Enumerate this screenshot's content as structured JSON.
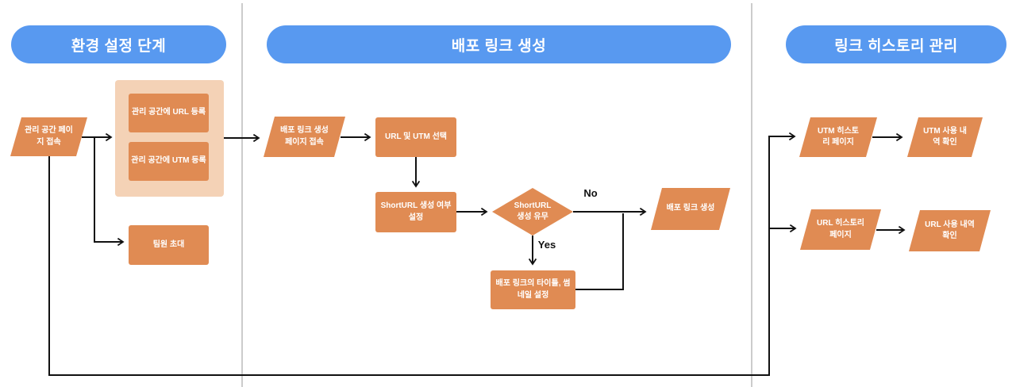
{
  "headers": {
    "setup": "환경 설정 단계",
    "deploy": "배포 링크 생성",
    "history": "링크 히스토리 관리"
  },
  "nodes": {
    "manage_access": {
      "label": "관리 공간 페이\n지 접속",
      "shape": "parallelogram"
    },
    "url_register": {
      "label": "관리 공간에 URL 등록",
      "shape": "rectangle"
    },
    "utm_register": {
      "label": "관리 공간에 UTM 등록",
      "shape": "rectangle"
    },
    "invite_team": {
      "label": "팀원 초대",
      "shape": "rectangle"
    },
    "deploy_page_access": {
      "label": "배포 링크 생성\n페이지 접속",
      "shape": "parallelogram"
    },
    "select_url_utm": {
      "label": "URL 및 UTM 선택",
      "shape": "rectangle"
    },
    "shorturl_setting": {
      "label": "ShortURL 생성 여부\n설정",
      "shape": "rectangle"
    },
    "shorturl_decision": {
      "label": "ShortURL\n생성 유무",
      "shape": "diamond"
    },
    "create_deploy_link": {
      "label": "배포 링크 생성",
      "shape": "parallelogram"
    },
    "title_thumbnail": {
      "label": "배포 링크의 타이틀, 썸\n네일 설정",
      "shape": "rectangle"
    },
    "utm_history_page": {
      "label": "UTM 히스토\n리 페이지",
      "shape": "parallelogram"
    },
    "utm_usage_check": {
      "label": "UTM 사용 내\n역 확인",
      "shape": "parallelogram"
    },
    "url_history_page": {
      "label": "URL 히스토리\n페이지",
      "shape": "parallelogram"
    },
    "url_usage_check": {
      "label": "URL 사용 내역\n확인",
      "shape": "parallelogram"
    }
  },
  "edges": {
    "no_label": "No",
    "yes_label": "Yes"
  },
  "colors": {
    "header_blue": "#5899F0",
    "node_orange": "#E08B53",
    "group_peach": "#F4D2B6",
    "line_black": "#111111",
    "divider_gray": "#cccccc",
    "edge_label_black": "#111111"
  }
}
